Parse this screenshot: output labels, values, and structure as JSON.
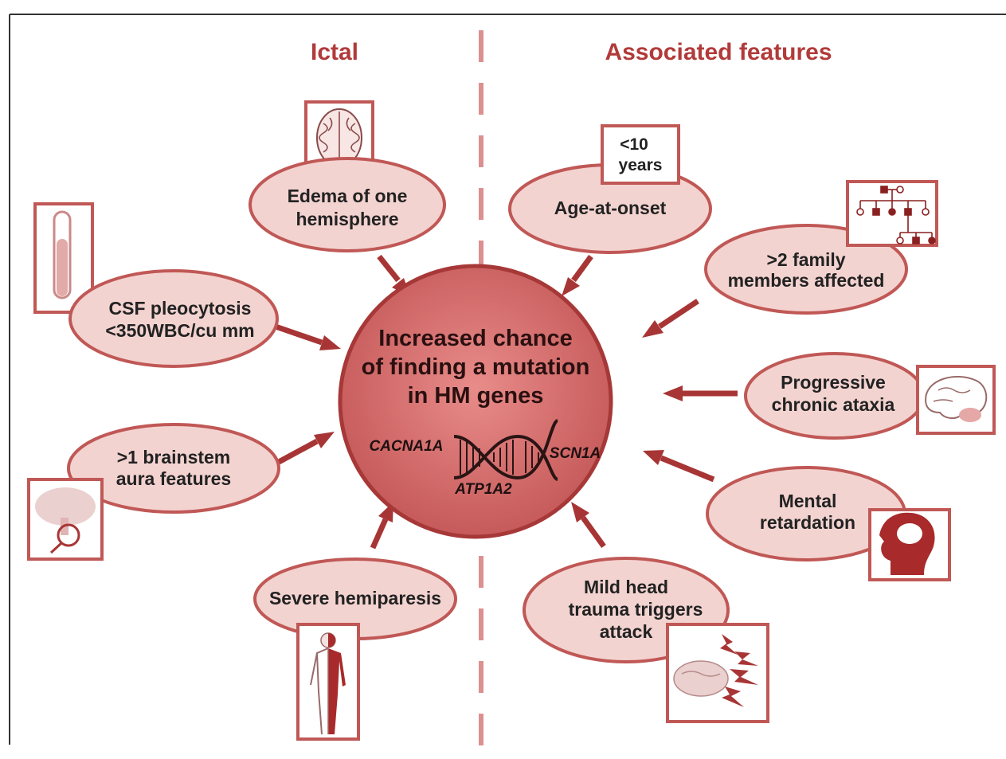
{
  "headers": {
    "left": "Ictal",
    "right": "Associated features"
  },
  "center": {
    "lines": [
      "Increased chance",
      "of finding a mutation",
      "in HM genes"
    ],
    "genes": [
      "CACNA1A",
      "SCN1A",
      "ATP1A2"
    ]
  },
  "nodes": {
    "edema": [
      "Edema of one",
      "hemisphere"
    ],
    "age": [
      "Age-at-onset"
    ],
    "age_box": [
      "<10",
      "years"
    ],
    "family": [
      ">2 family",
      "members affected"
    ],
    "csf": [
      "CSF pleocytosis",
      "<350WBC/cu mm"
    ],
    "ataxia": [
      "Progressive",
      "chronic ataxia"
    ],
    "brainstem": [
      ">1 brainstem",
      "aura features"
    ],
    "mental": [
      "Mental",
      "retardation"
    ],
    "hemiparesis": [
      "Severe hemiparesis"
    ],
    "trauma": [
      "Mild head",
      "trauma triggers",
      "attack"
    ]
  },
  "icons": {
    "edema": "brain-top-view-icon",
    "family": "pedigree-chart-icon",
    "csf": "test-tube-icon",
    "ataxia": "brain-cerebellum-icon",
    "brainstem": "brainstem-magnifier-icon",
    "mental": "head-silhouette-icon",
    "hemiparesis": "half-body-icon",
    "trauma": "brain-lightning-icon",
    "center": "dna-helix-icon"
  },
  "colors": {
    "accent": "#b23a3a",
    "node_fill": "#f3d3d0",
    "node_stroke": "#c05856",
    "center_fill": "#cf6b6b",
    "arrow": "#a83535"
  }
}
